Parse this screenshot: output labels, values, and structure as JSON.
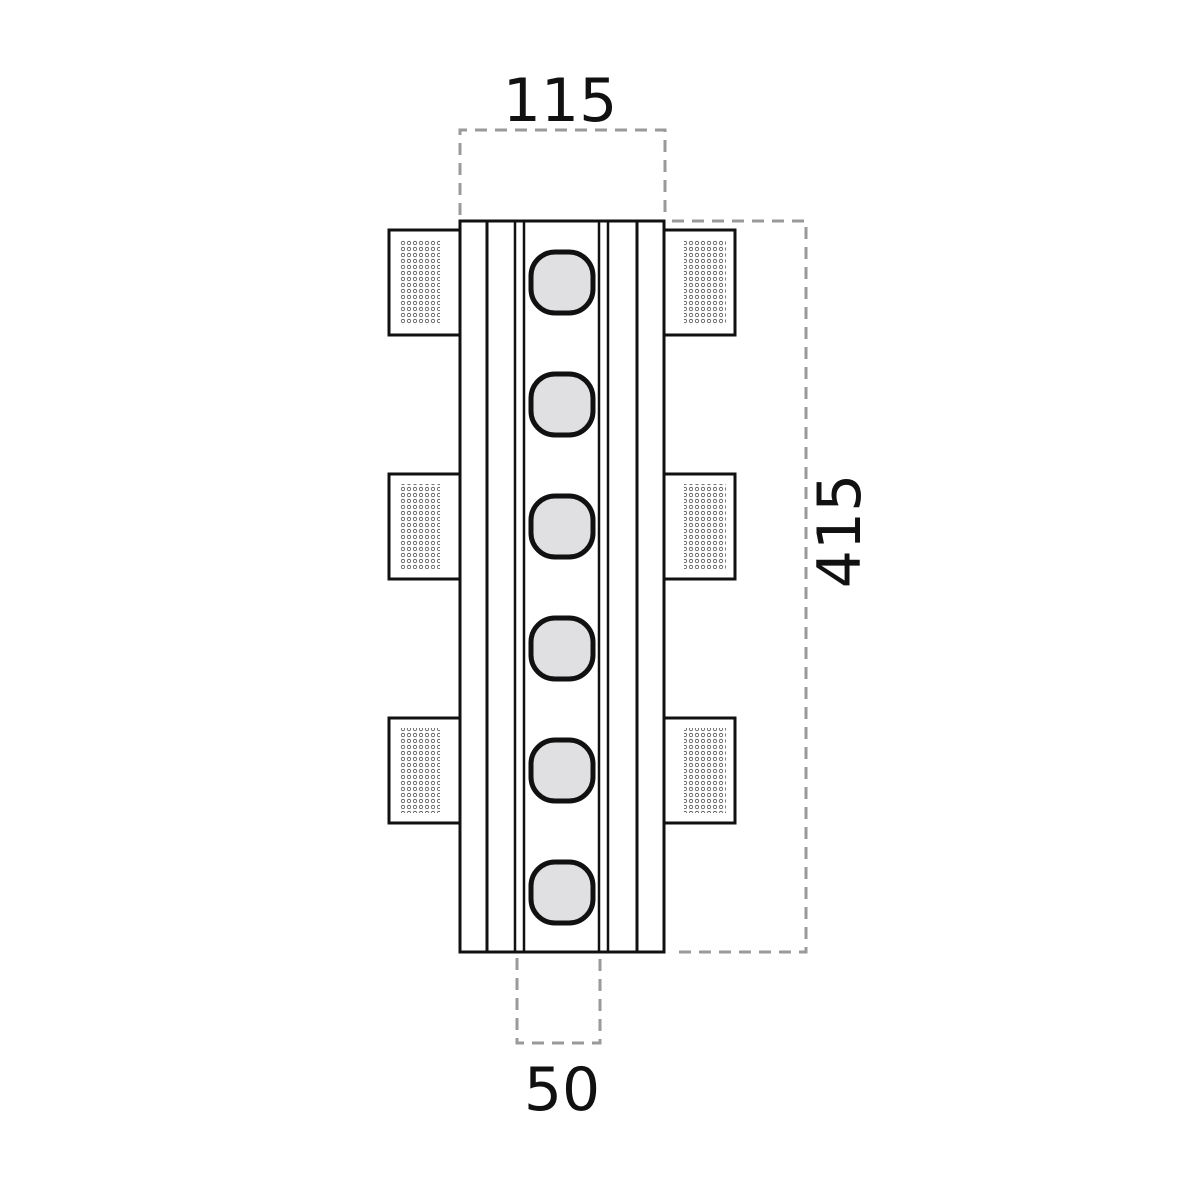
{
  "dimensions": {
    "width_label": "115",
    "height_label": "415",
    "channel_width_label": "50"
  },
  "fixture": {
    "led_count": 6,
    "side_box_count_per_side": 3
  },
  "colors": {
    "outline": "#111111",
    "dimension_line": "#9a9a9a",
    "lens_fill": "#e0e0e2",
    "perforation": "#555555"
  }
}
